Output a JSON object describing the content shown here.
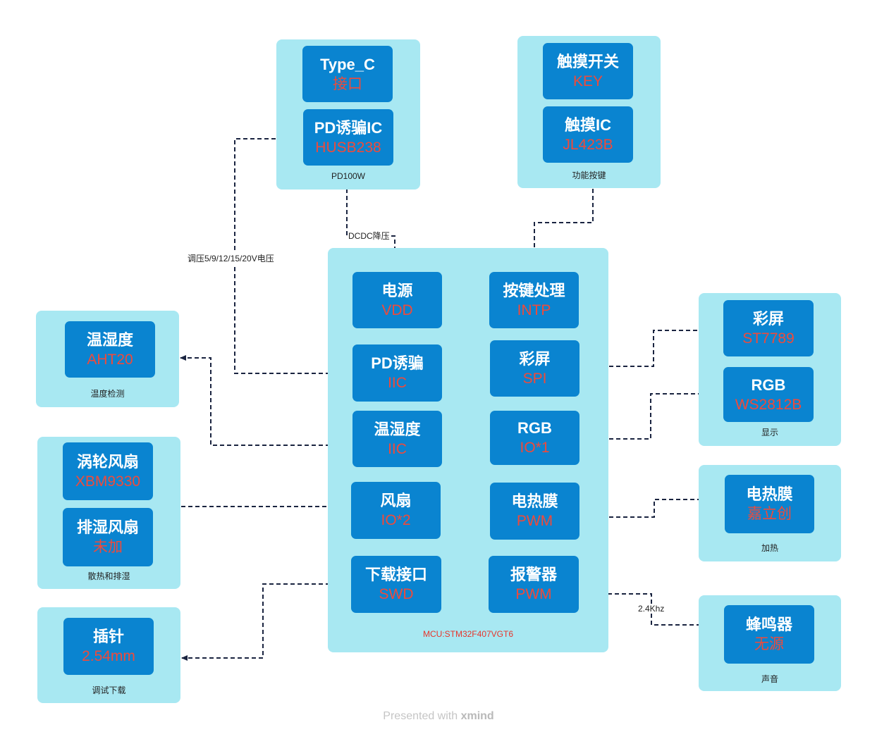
{
  "groups": {
    "power": {
      "label": "PD100W",
      "nodes": [
        {
          "t1": "Type_C",
          "t2": "接口"
        },
        {
          "t1": "PD诱骗IC",
          "t2": "HUSB238"
        }
      ]
    },
    "keys": {
      "label": "功能按键",
      "nodes": [
        {
          "t1": "触摸开关",
          "t2": "KEY"
        },
        {
          "t1": "触摸IC",
          "t2": "JL423B"
        }
      ]
    },
    "temp": {
      "label": "温度检测",
      "nodes": [
        {
          "t1": "温湿度",
          "t2": "AHT20"
        }
      ]
    },
    "fan": {
      "label": "散热和排湿",
      "nodes": [
        {
          "t1": "涡轮风扇",
          "t2": "XBM9330"
        },
        {
          "t1": "排湿风扇",
          "t2": "未加"
        }
      ]
    },
    "debug": {
      "label": "调试下载",
      "nodes": [
        {
          "t1": "插针",
          "t2": "2.54mm"
        }
      ]
    },
    "display": {
      "label": "显示",
      "nodes": [
        {
          "t1": "彩屏",
          "t2": "ST7789"
        },
        {
          "t1": "RGB",
          "t2": "WS2812B"
        }
      ]
    },
    "heat": {
      "label": "加热",
      "nodes": [
        {
          "t1": "电热膜",
          "t2": "嘉立创"
        }
      ]
    },
    "sound": {
      "label": "声音",
      "nodes": [
        {
          "t1": "蜂鸣器",
          "t2": "无源"
        }
      ]
    },
    "mcu": {
      "label": "MCU:STM32F407VGT6",
      "nodes": [
        {
          "t1": "电源",
          "t2": "VDD"
        },
        {
          "t1": "按键处理",
          "t2": "INTP"
        },
        {
          "t1": "PD诱骗",
          "t2": "IIC"
        },
        {
          "t1": "彩屏",
          "t2": "SPI"
        },
        {
          "t1": "温湿度",
          "t2": "IIC"
        },
        {
          "t1": "RGB",
          "t2": "IO*1"
        },
        {
          "t1": "风扇",
          "t2": "IO*2"
        },
        {
          "t1": "电热膜",
          "t2": "PWM"
        },
        {
          "t1": "下载接口",
          "t2": "SWD"
        },
        {
          "t1": "报警器",
          "t2": "PWM"
        }
      ]
    }
  },
  "edge_labels": {
    "dcdc": "DCDC降压",
    "voltage": "调压5/9/12/15/20V电压",
    "freq": "2.4Khz"
  },
  "footer": {
    "prefix": "Presented with ",
    "brand": "xmind"
  },
  "colors": {
    "group_bg": "#a8e8f2",
    "node_bg": "#0a84d0",
    "accent_text": "#f04a3a",
    "mcu_label": "#e8342a"
  }
}
